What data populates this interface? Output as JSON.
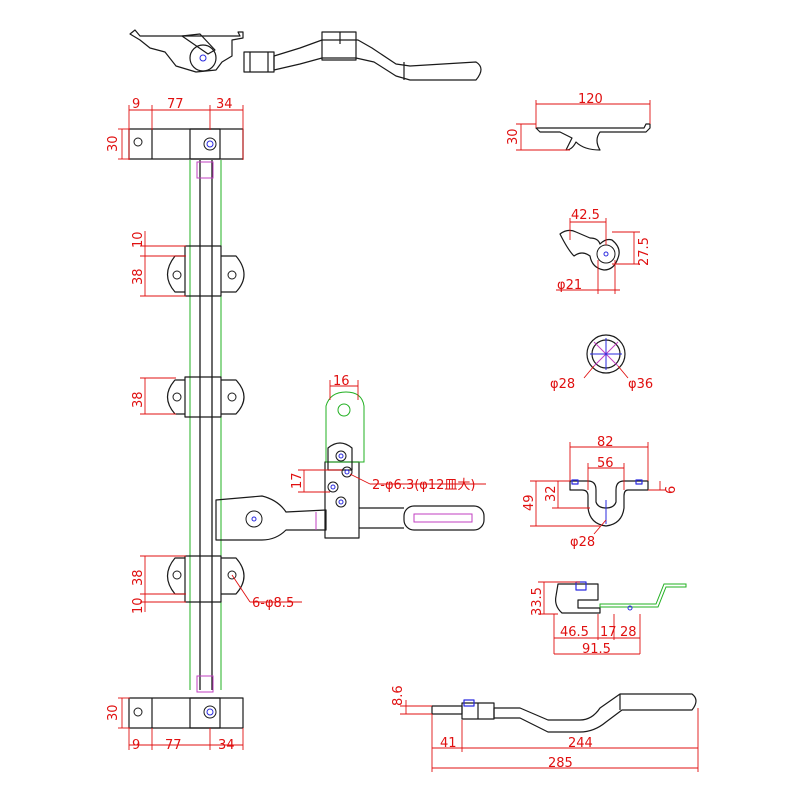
{
  "drawing": {
    "left_dims": {
      "top_lengths": [
        "9",
        "77",
        "34"
      ],
      "bottom_lengths": [
        "9",
        "77",
        "34"
      ],
      "top_height": "30",
      "bottom_height": "30",
      "guide_gap_top": "10",
      "guide_h1": "38",
      "guide_h2": "38",
      "guide_h3": "38",
      "guide_gap_bottom": "10",
      "hole_note": "6-φ8.5"
    },
    "handle_dims": {
      "width": "16",
      "offset": "17",
      "hole_note": "2-φ6.3(φ12皿大)"
    },
    "plate_dims": {
      "length": "120",
      "height": "30"
    },
    "cam_dims": {
      "width": "42.5",
      "height": "27.5",
      "dia": "φ21"
    },
    "rosette_dims": {
      "inner": "φ28",
      "outer": "φ36"
    },
    "bracket_dims": {
      "outer": "82",
      "inner": "56",
      "total_h": "49",
      "depth": "32",
      "lip": "6",
      "dia": "φ28"
    },
    "keeper_dims": {
      "height": "33.5",
      "a": "46.5",
      "b": "17",
      "c": "28",
      "total": "91.5"
    },
    "lever_dims": {
      "thick": "8.6",
      "a": "41",
      "b": "244",
      "total": "285"
    }
  }
}
